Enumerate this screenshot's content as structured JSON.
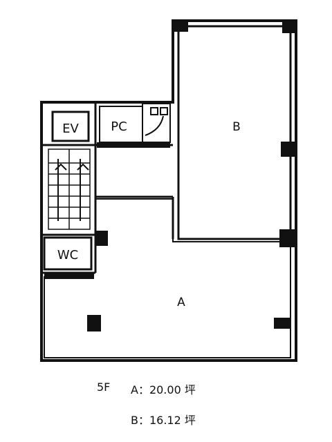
{
  "rooms": {
    "a": "A",
    "b": "B",
    "ev": "EV",
    "pc": "PC",
    "wc": "WC"
  },
  "areas": {
    "floor": "5F",
    "unit_a": "A：20.00 坪",
    "unit_b": "B：16.12 坪"
  },
  "colors": {
    "wall": "#111111",
    "background": "#ffffff"
  }
}
